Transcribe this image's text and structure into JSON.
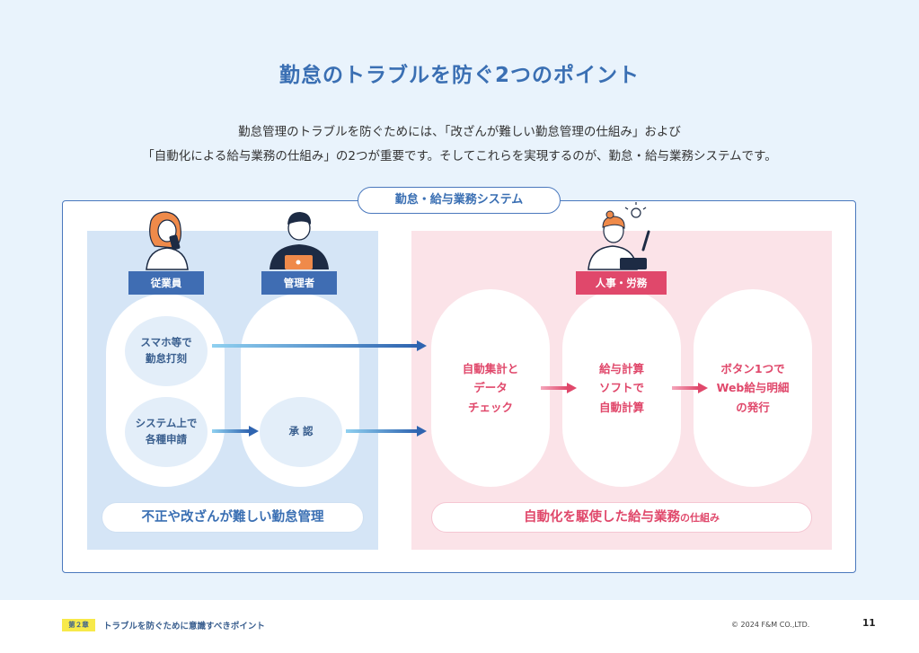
{
  "title": "勤怠のトラブルを防ぐ2つのポイント",
  "intro": {
    "line1": "勤怠管理のトラブルを防ぐためには、「改ざんが難しい勤怠管理の仕組み」および",
    "line2": "「自動化による給与業務の仕組み」の2つが重要です。そしてこれらを実現するのが、勤怠・給与業務システムです。"
  },
  "system_label": "勤怠・給与業務システム",
  "roles": {
    "employee": "従業員",
    "manager": "管理者",
    "hr": "人事・労務"
  },
  "employee_steps": {
    "step1": [
      "スマホ等で",
      "勤怠打刻"
    ],
    "step2": [
      "システム上で",
      "各種申請"
    ]
  },
  "manager_step": "承 認",
  "hr_steps": {
    "step1": [
      "自動集計と",
      "データ",
      "チェック"
    ],
    "step2": [
      "給与計算",
      "ソフトで",
      "自動計算"
    ],
    "step3": [
      "ボタン1つで",
      "Web給与明細",
      "の発行"
    ]
  },
  "bottom_labels": {
    "left": "不正や改ざんが難しい勤怠管理",
    "right_main": "自動化を駆使した給与業務",
    "right_small": "の仕組み"
  },
  "footer": {
    "chapter": "第２章",
    "section": "トラブルを防ぐために意識すべきポイント",
    "copyright": "© 2024 F&M CO.,LTD.",
    "page": "11"
  },
  "colors": {
    "accent_blue": "#3f6db3",
    "accent_pink": "#e0486b",
    "background": "#e9f3fc"
  }
}
